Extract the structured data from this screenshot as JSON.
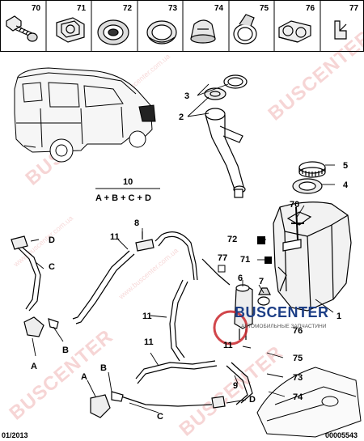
{
  "header_parts": [
    {
      "num": "70",
      "icon": "bolt-icon"
    },
    {
      "num": "71",
      "icon": "clip-nut-icon"
    },
    {
      "num": "72",
      "icon": "grommet-icon"
    },
    {
      "num": "73",
      "icon": "seal-ring-icon"
    },
    {
      "num": "74",
      "icon": "rubber-plug-icon"
    },
    {
      "num": "75",
      "icon": "hose-clamp-icon"
    },
    {
      "num": "76",
      "icon": "hose-holder-icon"
    },
    {
      "num": "77",
      "icon": "hose-clip-icon"
    }
  ],
  "callouts": {
    "c1": "1",
    "c2": "2",
    "c3": "3",
    "c4": "4",
    "c5": "5",
    "c6": "6",
    "c7": "7",
    "c8": "8",
    "c9": "9",
    "c11a": "11",
    "c11b": "11",
    "c11c": "11",
    "c11d": "11",
    "c70": "70",
    "c71": "71",
    "c72": "72",
    "c73": "73",
    "c74": "74",
    "c75": "75",
    "c76": "76",
    "c77": "77",
    "cA1": "A",
    "cB1": "B",
    "cC1": "C",
    "cD1": "D",
    "cA2": "A",
    "cB2": "B",
    "cC2": "C",
    "cD2": "D"
  },
  "formula": {
    "num": "10",
    "expr": "A + B + C + D"
  },
  "footer": {
    "date": "01/2013",
    "ref": "00005543"
  },
  "watermark": {
    "text": "BUSCENTER",
    "url": "www.buscenter.com.ua",
    "brand": "BUSCENTER",
    "brand_sub": "АВТОМОБИЛЬНЫЕ ЗАПЧАСТИНИ"
  },
  "colors": {
    "line": "#000000",
    "watermark": "#f0b3b3",
    "brand": "#1c3e86",
    "brand_accent": "#c9262c"
  }
}
